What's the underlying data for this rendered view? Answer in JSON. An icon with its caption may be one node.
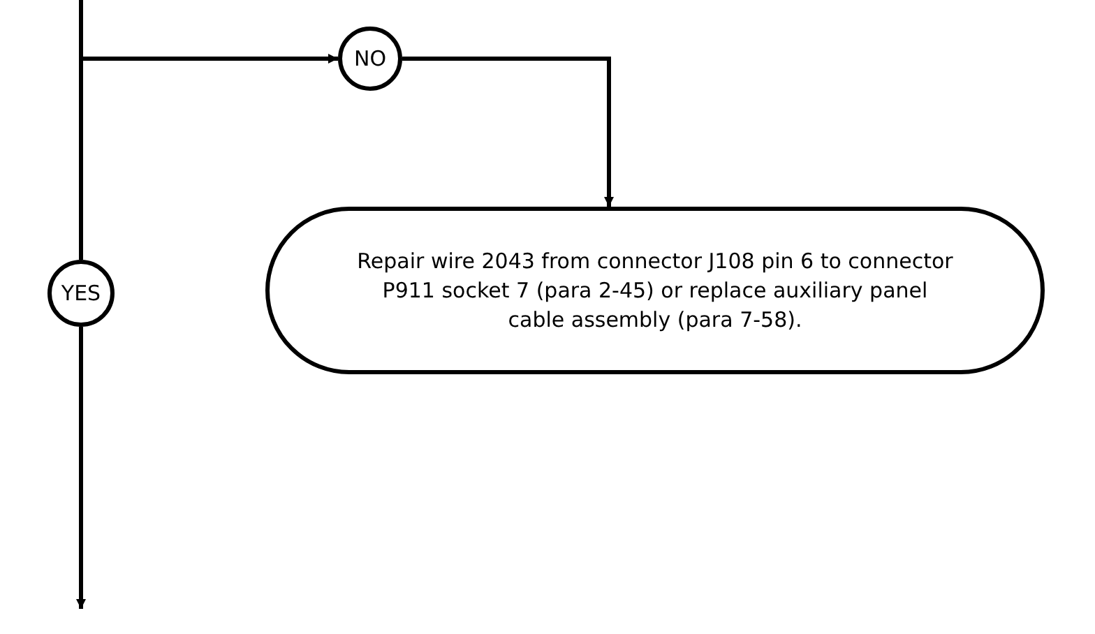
{
  "diagram": {
    "nodes": [
      {
        "text": [
          "NO"
        ]
      },
      {
        "text": [
          "YES"
        ]
      },
      {
        "text": [
          "Repair wire 2043 from connector J108 pin 6 to connector P911 socket 7 (para 2-45) or replace auxiliary panel cable assembly (para 7-58)."
        ]
      }
    ],
    "edges": [
      {
        "from": null,
        "to": 0,
        "arrow": "to"
      },
      {
        "from": 0,
        "to": 2,
        "arrow": "to"
      },
      {
        "from": null,
        "to": 1,
        "arrow": "none"
      },
      {
        "from": 1,
        "to": null,
        "arrow": "to"
      }
    ]
  }
}
